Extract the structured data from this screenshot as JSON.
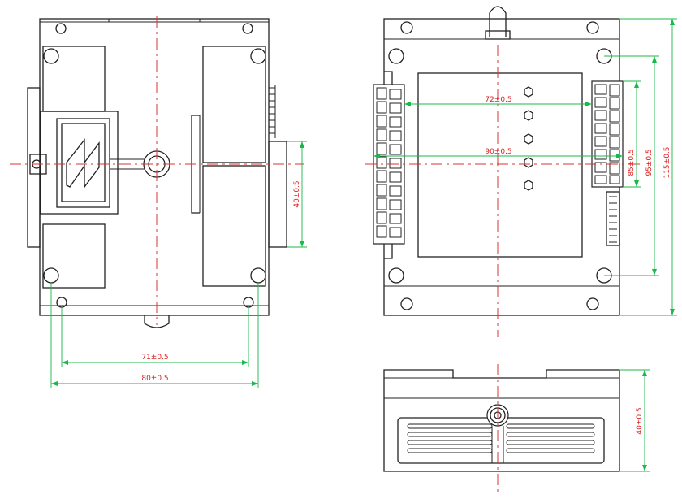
{
  "dimensions": {
    "width_71": "71±0.5",
    "width_80": "80±0.5",
    "height_40_left": "40±0.5",
    "width_72": "72±0.5",
    "width_90": "90±0.5",
    "height_85": "85±0.5",
    "height_95": "95±0.5",
    "height_115": "115±0.5",
    "height_40_bottom": "40±0.5"
  },
  "colors": {
    "outline": "#222222",
    "center_line": "#dd3333",
    "dimension_line": "#18b84a",
    "dimension_text": "#dd2222"
  }
}
